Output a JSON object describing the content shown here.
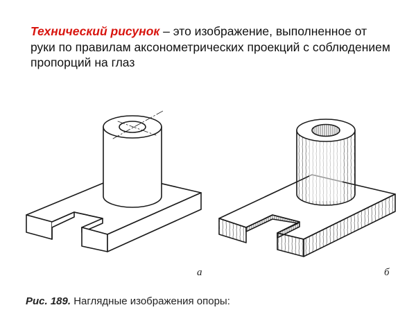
{
  "definition": {
    "term": "Технический рисунок",
    "text": " – это изображение, выполненное от руки по правилам аксонометрических  проекций с соблюдением пропорций на глаз"
  },
  "figure": {
    "label_a": "а",
    "label_b": "б"
  },
  "caption": {
    "number": "Рис. 189.",
    "text": " Наглядные изображения опоры:"
  },
  "colors": {
    "term": "#d8150f",
    "ink": "#1a1a1a"
  }
}
